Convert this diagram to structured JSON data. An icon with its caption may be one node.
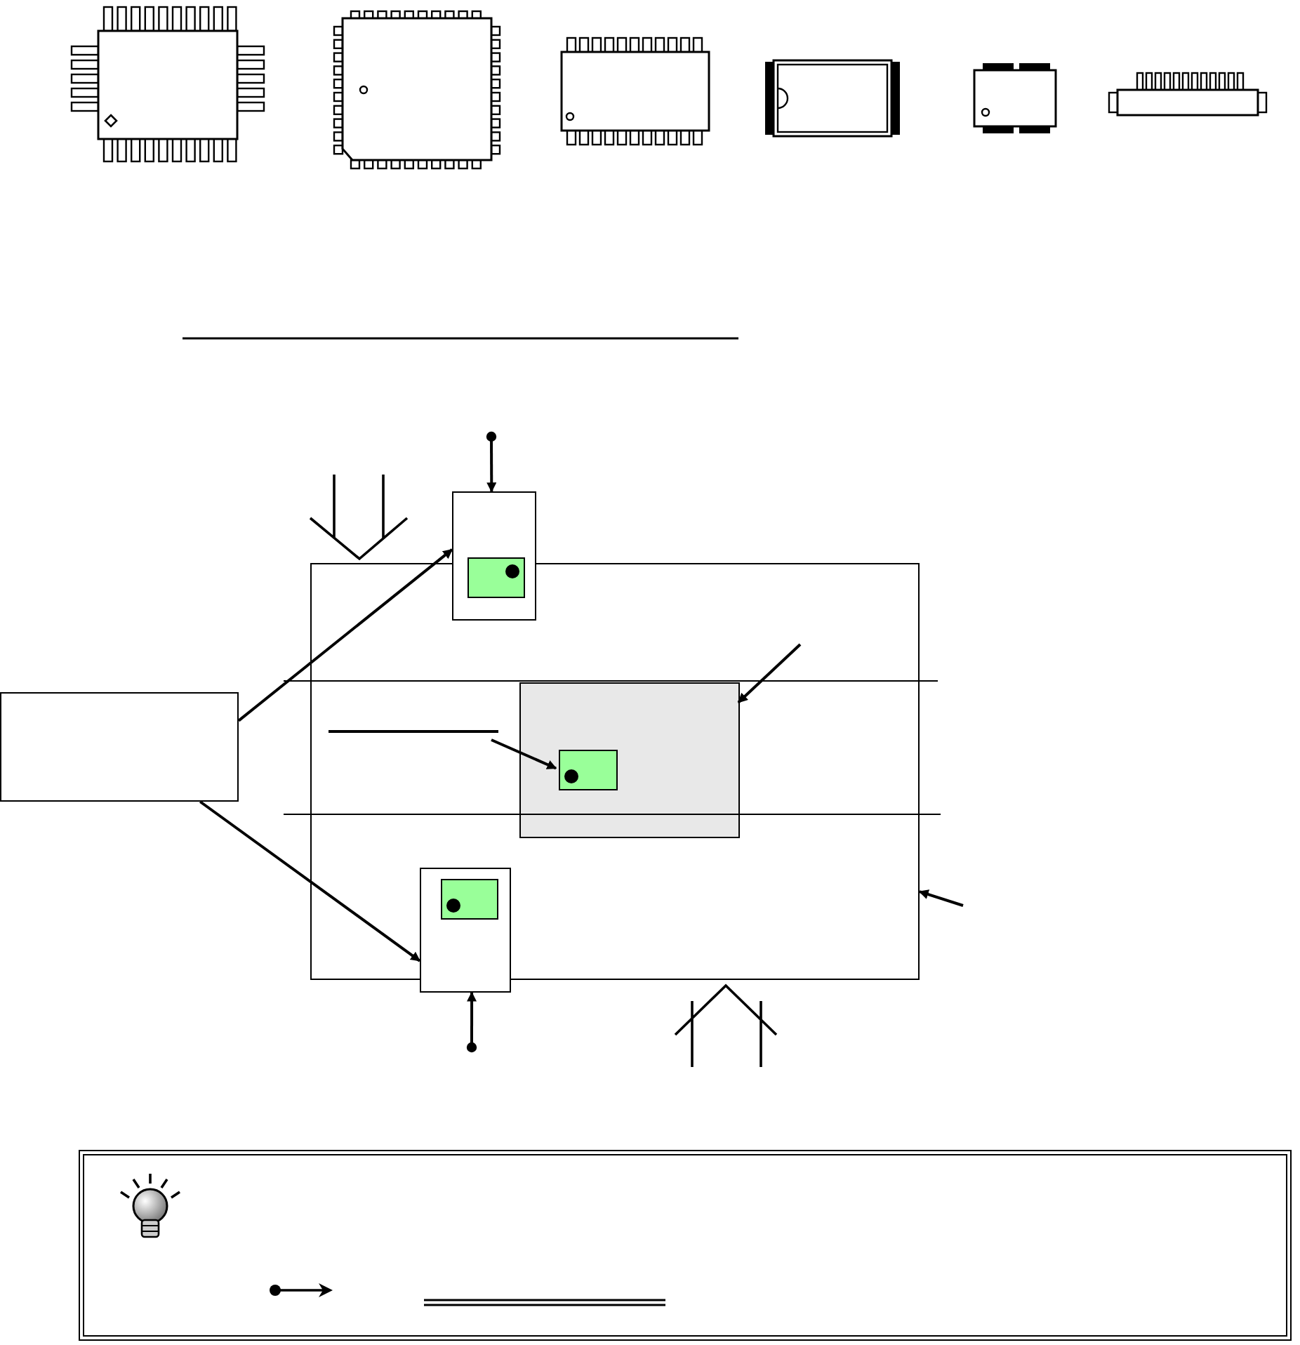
{
  "diagram": {
    "nodes": [
      {
        "text": [],
        "shape": "box"
      },
      {
        "text": [],
        "shape": "box"
      },
      {
        "text": [],
        "shape": "box"
      },
      {
        "text": [],
        "shape": "box",
        "in": 2
      },
      {
        "text": [],
        "shape": "box",
        "in": 1
      },
      {
        "text": [],
        "shape": "box",
        "in": 4
      },
      {
        "text": [],
        "shape": "box"
      },
      {
        "text": [],
        "shape": "box",
        "in": 6
      }
    ],
    "edges": [
      {
        "from": 0,
        "to": 2,
        "arrow": "to"
      },
      {
        "from": 0,
        "to": 6,
        "arrow": "to"
      },
      {
        "from": null,
        "to": 4,
        "arrow": "to"
      },
      {
        "from": null,
        "to": 1,
        "arrow": "to"
      },
      {
        "from": null,
        "to": 5,
        "arrow": "to"
      },
      {
        "from": null,
        "to": 2,
        "arrow": "to"
      },
      {
        "from": null,
        "to": 6,
        "arrow": "to"
      }
    ]
  }
}
